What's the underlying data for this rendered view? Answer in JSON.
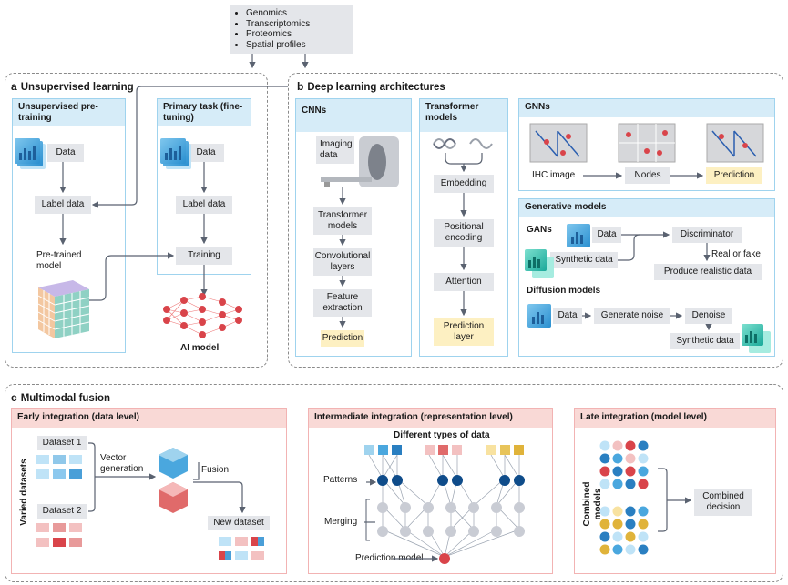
{
  "top_box": {
    "items": [
      "Genomics",
      "Transcriptomics",
      "Proteomics",
      "Spatial profiles"
    ]
  },
  "section_a": {
    "letter": "a",
    "title": "Unsupervised learning",
    "panel1_title": "Unsupervised pre-training",
    "panel2_title": "Primary task (fine-tuning)",
    "data": "Data",
    "label_data": "Label data",
    "pretrained": "Pre-trained model",
    "data2": "Data",
    "label_data2": "Label data",
    "training": "Training",
    "ai_model": "AI model"
  },
  "section_b": {
    "letter": "b",
    "title": "Deep learning architectures",
    "cnns": {
      "title": "CNNs",
      "imaging": "Imaging data",
      "transformer": "Transformer models",
      "conv": "Convolutional layers",
      "feature": "Feature extraction",
      "prediction": "Prediction"
    },
    "transformer": {
      "title": "Transformer models",
      "embedding": "Embedding",
      "positional": "Positional encoding",
      "attention": "Attention",
      "prediction": "Prediction layer"
    },
    "gnns": {
      "title": "GNNs",
      "ihc": "IHC image",
      "nodes": "Nodes",
      "prediction": "Prediction"
    },
    "generative": {
      "title": "Generative models",
      "gans": "GANs",
      "data": "Data",
      "synthetic": "Synthetic data",
      "discriminator": "Discriminator",
      "real_fake": "Real or fake",
      "produce": "Produce realistic data",
      "diffusion": "Diffusion models",
      "data2": "Data",
      "noise": "Generate noise",
      "denoise": "Denoise",
      "synthetic2": "Synthetic data"
    }
  },
  "section_c": {
    "letter": "c",
    "title": "Multimodal fusion",
    "early": {
      "title": "Early integration (data level)",
      "varied": "Varied datasets",
      "dataset1": "Dataset 1",
      "dataset2": "Dataset 2",
      "vector": "Vector generation",
      "fusion": "Fusion",
      "new_dataset": "New dataset"
    },
    "intermediate": {
      "title": "Intermediate integration (representation level)",
      "types": "Different types of data",
      "patterns": "Patterns",
      "merging": "Merging",
      "prediction_model": "Prediction model"
    },
    "late": {
      "title": "Late integration (model level)",
      "combined_models": "Combined models",
      "combined_decision": "Combined decision"
    }
  },
  "colors": {
    "blue": "#2a7fc1",
    "lightblue": "#9fd3ee",
    "pink": "#f2b3b3",
    "navy": "#0f4c8a",
    "red": "#d9444a",
    "gray_box": "#e4e6ea",
    "yellow": "#fdf0c2"
  }
}
